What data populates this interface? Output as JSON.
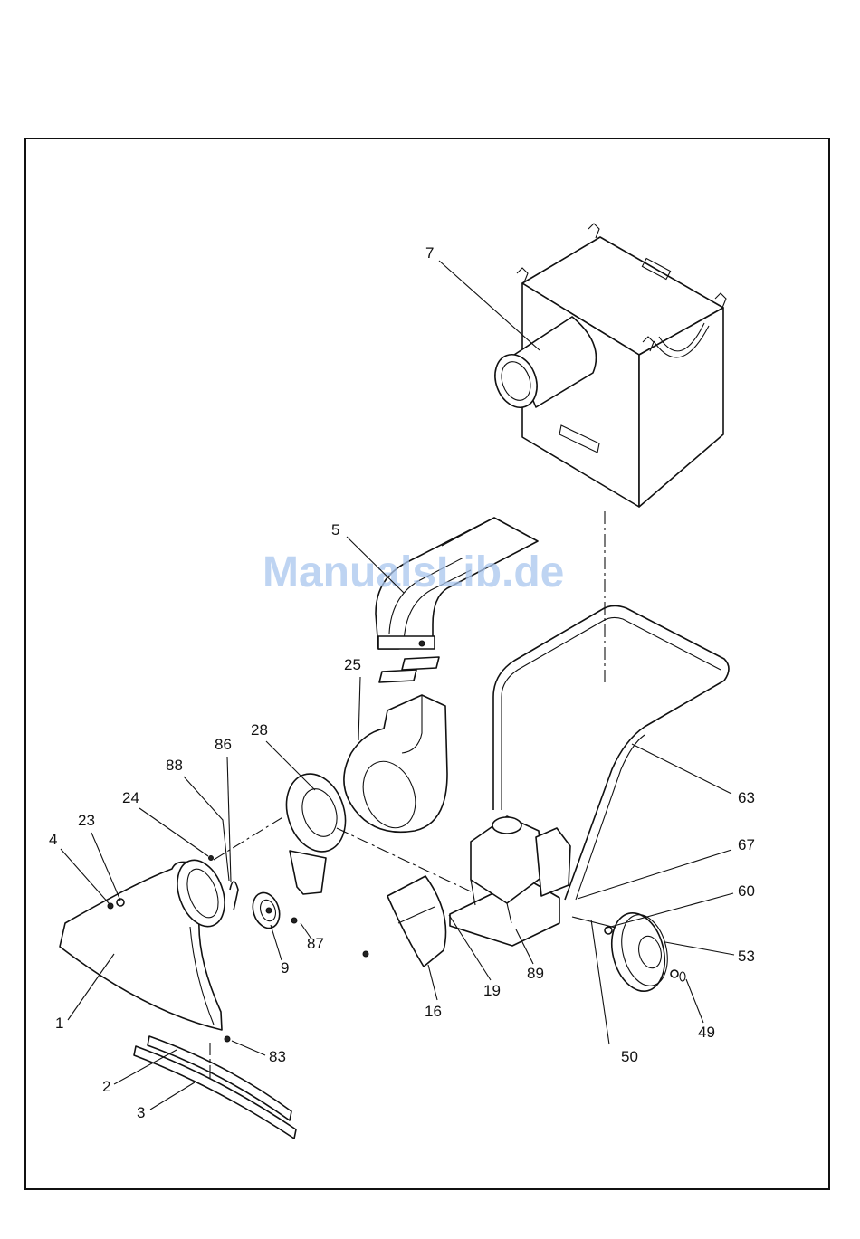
{
  "watermark": "ManualsLib.de",
  "callouts": {
    "c1": "1",
    "c2": "2",
    "c3": "3",
    "c4": "4",
    "c5": "5",
    "c7": "7",
    "c9": "9",
    "c16": "16",
    "c19": "19",
    "c23": "23",
    "c24": "24",
    "c25": "25",
    "c28": "28",
    "c49": "49",
    "c50": "50",
    "c53": "53",
    "c60": "60",
    "c63": "63",
    "c67": "67",
    "c83": "83",
    "c86": "86",
    "c87": "87",
    "c88": "88",
    "c89": "89"
  }
}
